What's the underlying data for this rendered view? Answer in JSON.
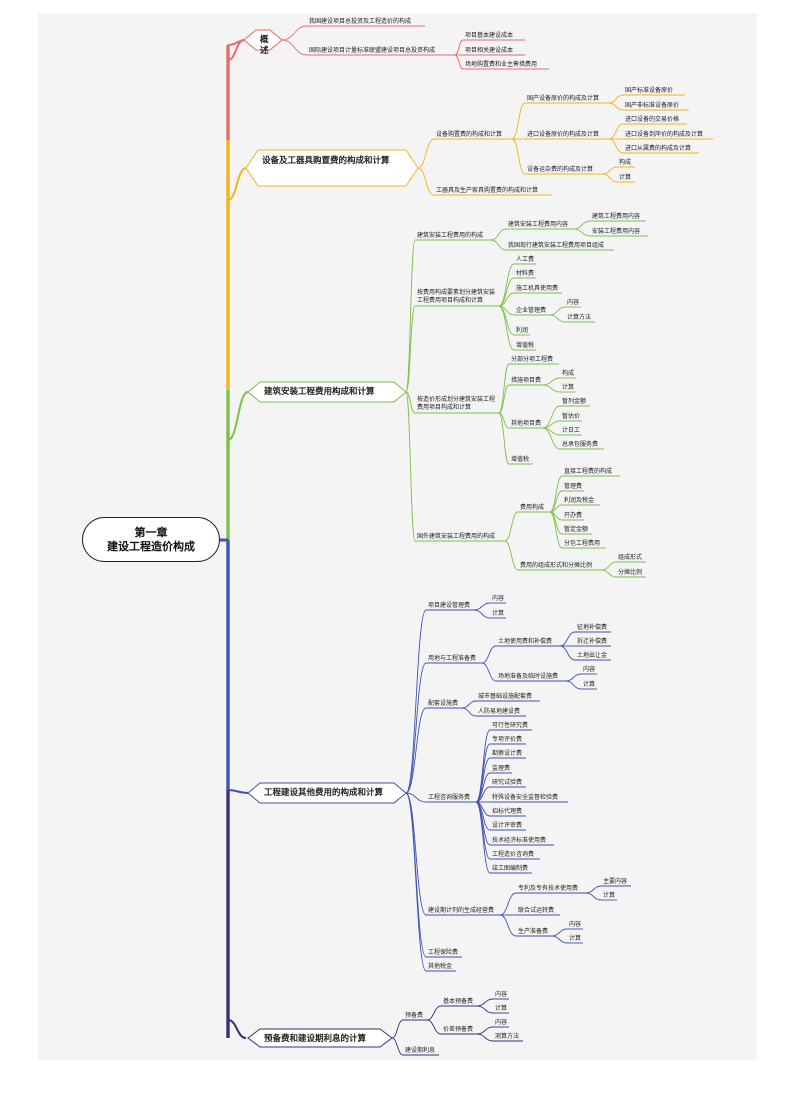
{
  "root": {
    "line1": "第一章",
    "line2": "建设工程造价构成"
  },
  "colors": {
    "overview": "#e86a6a",
    "equipment": "#f5b21b",
    "construction": "#7cc04a",
    "other": "#3f51b5",
    "reserve": "#3a2f7a"
  },
  "branches": {
    "overview": {
      "title": "概述",
      "c1": "我国建设项目总投资及工程造价的构成",
      "c2": "国际建设项目计量标准联盟建设项目总投资构成",
      "c2a": "项目基本建设成本",
      "c2b": "项目相关建设成本",
      "c2c": "场地购置费和业主筹措费用"
    },
    "equipment": {
      "title": "设备及工器具购置费的构成和计算",
      "a": "设备购置费的构成和计算",
      "a1": "国产设备原价的构成及计算",
      "a1a": "国产标准设备原价",
      "a1b": "国产非标准设备原价",
      "a2": "进口设备原价的构成及计算",
      "a2a": "进口设备的交易价格",
      "a2b": "进口设备到岸价的构成及计算",
      "a2c": "进口从属费的构成及计算",
      "a3": "设备运杂费的构成及计算",
      "a3a": "构成",
      "a3b": "计算",
      "b": "工器具及生产家具购置费的构成和计算"
    },
    "construction": {
      "title": "建筑安装工程费用构成和计算",
      "a": "建筑安装工程费用的构成",
      "a1": "建筑安装工程费用内容",
      "a1a": "建筑工程费用内容",
      "a1b": "安装工程费用内容",
      "a2": "我国现行建筑安装工程费用项目组成",
      "b": "按费用构成要素划分建筑安装工程费用项目构成和计算",
      "b1": "人工费",
      "b2": "材料费",
      "b3": "施工机具使用费",
      "b4": "企业管理费",
      "b4a": "内容",
      "b4b": "计算方法",
      "b5": "利润",
      "b6": "增值税",
      "c": "按造价形成划分建筑安装工程费用项目构成和计算",
      "c1": "分部分项工程费",
      "c2": "措施项目费",
      "c2a": "构成",
      "c2b": "计算",
      "c3": "其他项目费",
      "c3a": "暂列金额",
      "c3b": "暂估价",
      "c3c": "计日工",
      "c3d": "总承包服务费",
      "c4": "增值税",
      "d": "国外建筑安装工程费用的构成",
      "d1": "费用构成",
      "d1a": "直接工程费的构成",
      "d1b": "管理费",
      "d1c": "利润及税金",
      "d1d": "开办费",
      "d1e": "暂定金额",
      "d1f": "分包工程费用",
      "d2": "费用的组成形式和分摊比例",
      "d2a": "组成形式",
      "d2b": "分摊比例"
    },
    "other": {
      "title": "工程建设其他费用的构成和计算",
      "a": "项目建设管理费",
      "a1": "内容",
      "a2": "计算",
      "b": "用地与工程准备费",
      "b1": "土地使用费和补偿费",
      "b1a": "征地补偿费",
      "b1b": "拆迁补偿费",
      "b1c": "土地出让金",
      "b2": "场地准备及临时设施费",
      "b2a": "内容",
      "b2b": "计算",
      "c": "配套设施费",
      "c1": "城市基础设施配套费",
      "c2": "人防易地建设费",
      "d": "工程咨询服务费",
      "d1": "可行性研究费",
      "d2": "专项评价费",
      "d3": "勘察设计费",
      "d4": "监理费",
      "d5": "研究试验费",
      "d6": "特殊设备安全监督检验费",
      "d7": "招标代理费",
      "d8": "设计评审费",
      "d9": "技术经济标准使用费",
      "d10": "工程造价咨询费",
      "d11": "竣工图编制费",
      "e": "建设期计列的生成经营费",
      "e1": "专利及专有技术使用费",
      "e1a": "主要内容",
      "e1b": "计算",
      "e2": "联合试运转费",
      "e3": "生产准备费",
      "e3a": "内容",
      "e3b": "计算",
      "f": "工程保险费",
      "g": "其他税金"
    },
    "reserve": {
      "title": "预备费和建设期利息的计算",
      "a": "预备费",
      "a1": "基本预备费",
      "a1a": "内容",
      "a1b": "计算",
      "a2": "价差预备费",
      "a2a": "内容",
      "a2b": "测算方法",
      "b": "建设期利息"
    }
  }
}
